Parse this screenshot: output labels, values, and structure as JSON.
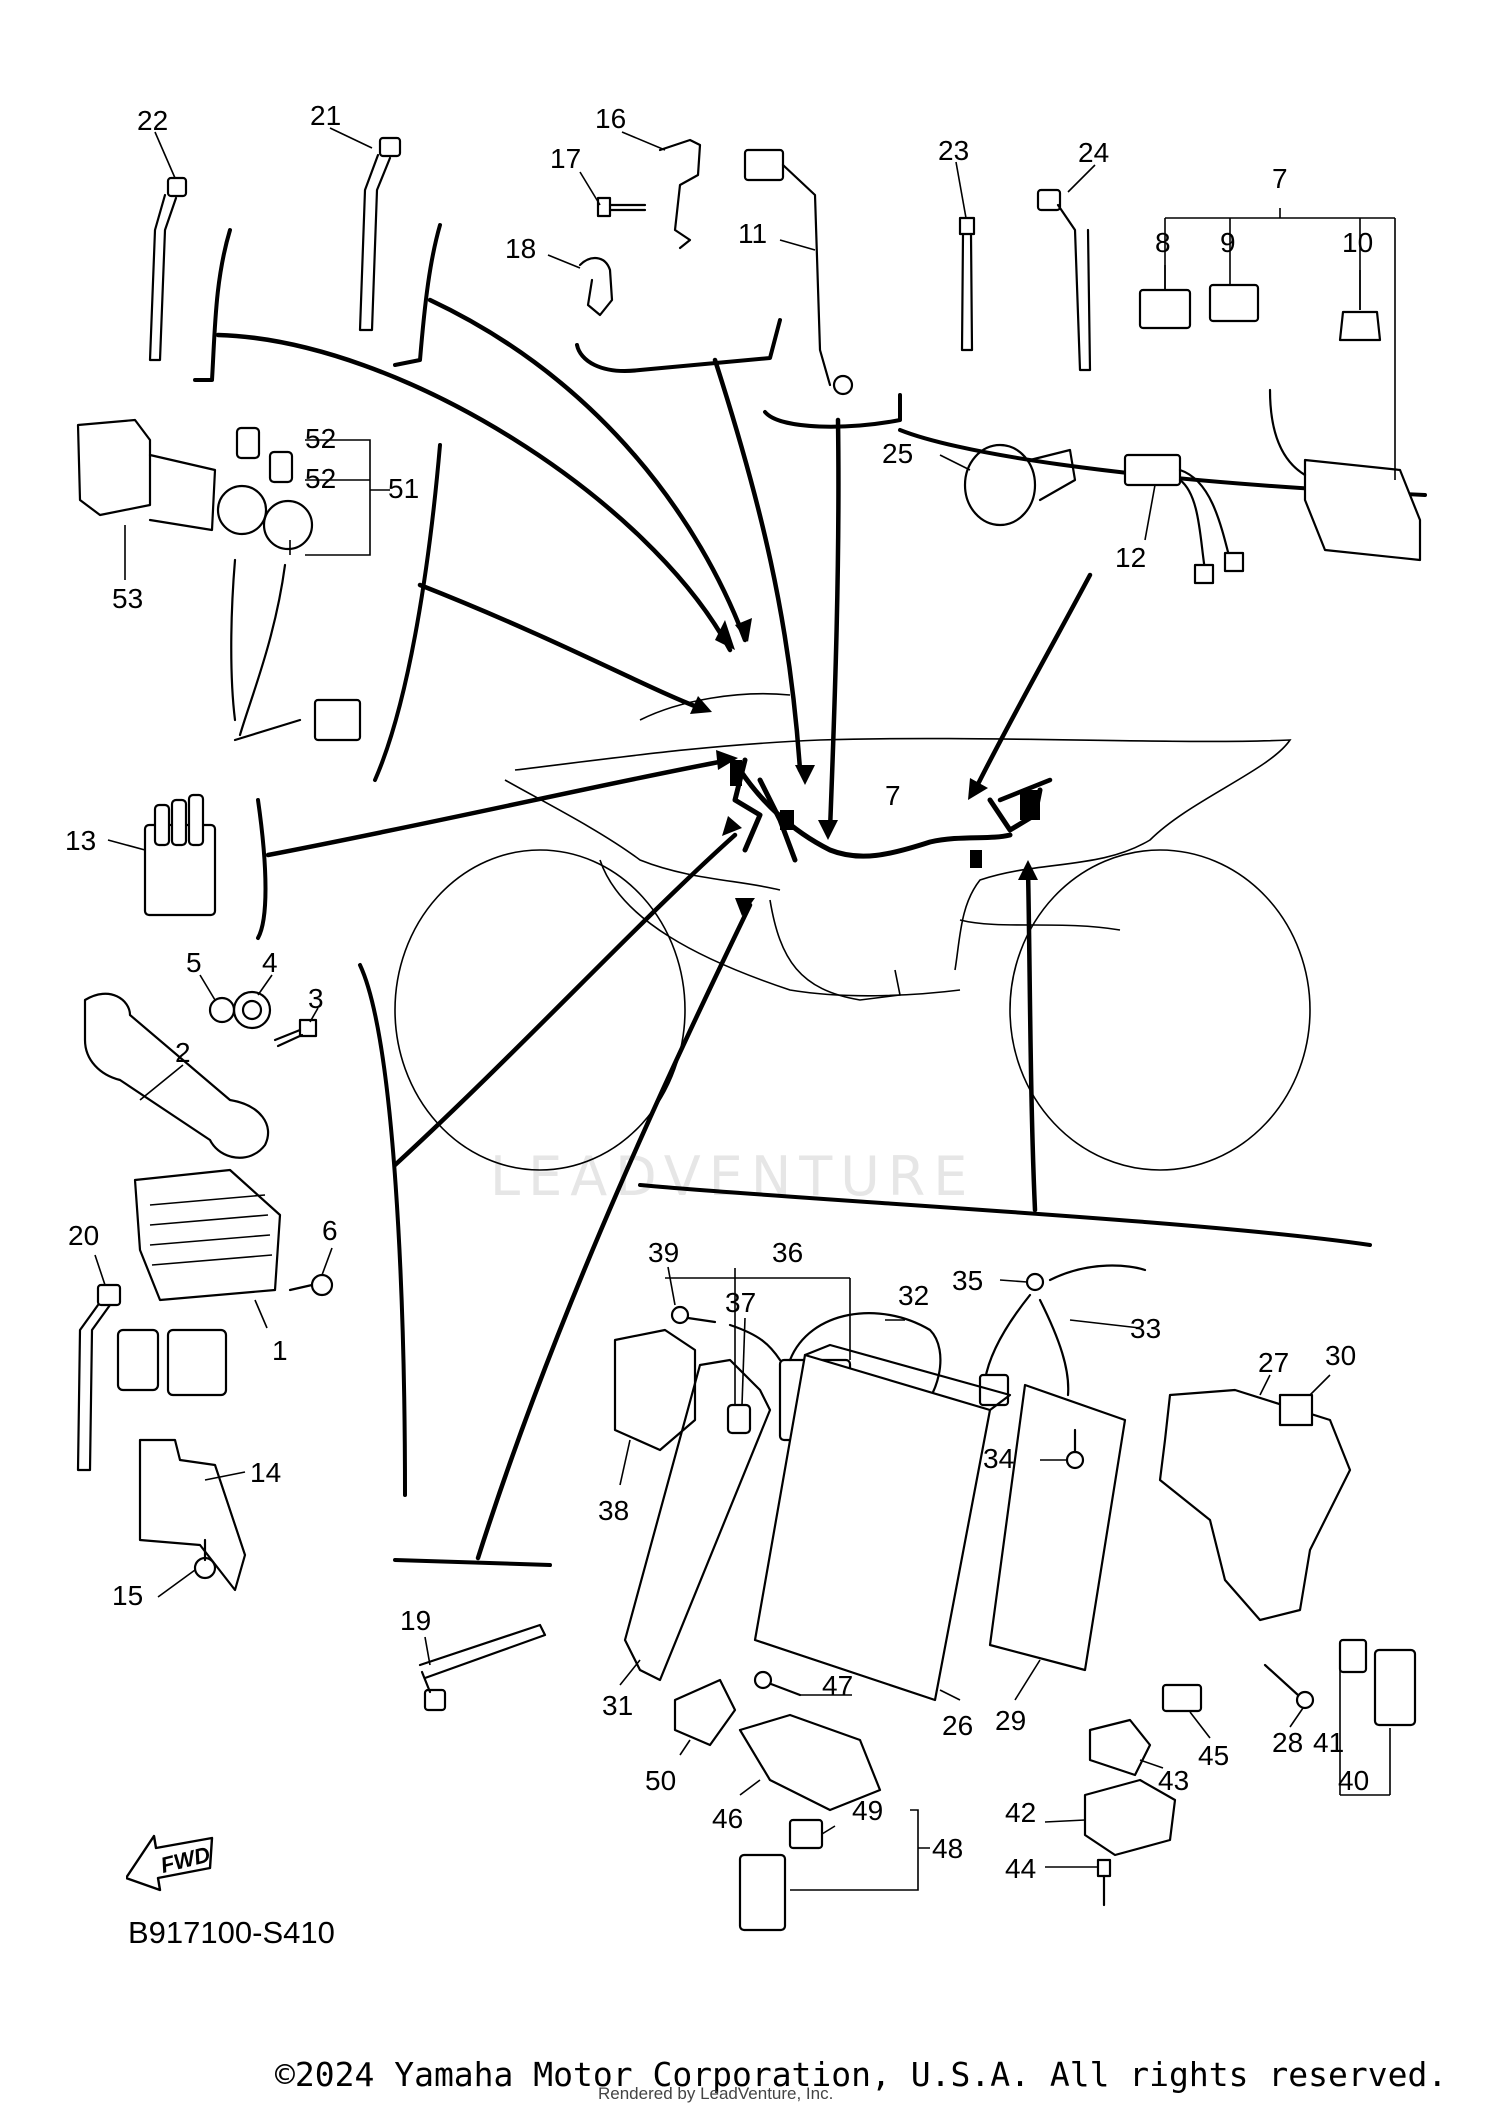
{
  "diagram": {
    "code": "B917100-S410",
    "fwd_label": "FWD",
    "watermark": "LEADVENTURE",
    "copyright": "©2024 Yamaha Motor Corporation, U.S.A. All rights reserved.",
    "rendered_by": "Rendered by LeadVenture, Inc."
  },
  "callouts": [
    {
      "id": "c22",
      "label": "22"
    },
    {
      "id": "c21",
      "label": "21"
    },
    {
      "id": "c16",
      "label": "16"
    },
    {
      "id": "c17",
      "label": "17"
    },
    {
      "id": "c18",
      "label": "18"
    },
    {
      "id": "c11",
      "label": "11"
    },
    {
      "id": "c23",
      "label": "23"
    },
    {
      "id": "c24",
      "label": "24"
    },
    {
      "id": "c7a",
      "label": "7"
    },
    {
      "id": "c8",
      "label": "8"
    },
    {
      "id": "c9",
      "label": "9"
    },
    {
      "id": "c10",
      "label": "10"
    },
    {
      "id": "c52a",
      "label": "52"
    },
    {
      "id": "c52b",
      "label": "52"
    },
    {
      "id": "c51",
      "label": "51"
    },
    {
      "id": "c53",
      "label": "53"
    },
    {
      "id": "c25",
      "label": "25"
    },
    {
      "id": "c12",
      "label": "12"
    },
    {
      "id": "c13",
      "label": "13"
    },
    {
      "id": "c7b",
      "label": "7"
    },
    {
      "id": "c5",
      "label": "5"
    },
    {
      "id": "c4",
      "label": "4"
    },
    {
      "id": "c3",
      "label": "3"
    },
    {
      "id": "c2",
      "label": "2"
    },
    {
      "id": "c6",
      "label": "6"
    },
    {
      "id": "c20",
      "label": "20"
    },
    {
      "id": "c1",
      "label": "1"
    },
    {
      "id": "c14",
      "label": "14"
    },
    {
      "id": "c15",
      "label": "15"
    },
    {
      "id": "c19",
      "label": "19"
    },
    {
      "id": "c39",
      "label": "39"
    },
    {
      "id": "c36",
      "label": "36"
    },
    {
      "id": "c37",
      "label": "37"
    },
    {
      "id": "c32",
      "label": "32"
    },
    {
      "id": "c35",
      "label": "35"
    },
    {
      "id": "c33",
      "label": "33"
    },
    {
      "id": "c27",
      "label": "27"
    },
    {
      "id": "c30",
      "label": "30"
    },
    {
      "id": "c34",
      "label": "34"
    },
    {
      "id": "c38",
      "label": "38"
    },
    {
      "id": "c31",
      "label": "31"
    },
    {
      "id": "c26",
      "label": "26"
    },
    {
      "id": "c29",
      "label": "29"
    },
    {
      "id": "c47",
      "label": "47"
    },
    {
      "id": "c50",
      "label": "50"
    },
    {
      "id": "c46",
      "label": "46"
    },
    {
      "id": "c49",
      "label": "49"
    },
    {
      "id": "c48",
      "label": "48"
    },
    {
      "id": "c42",
      "label": "42"
    },
    {
      "id": "c43",
      "label": "43"
    },
    {
      "id": "c45",
      "label": "45"
    },
    {
      "id": "c28",
      "label": "28"
    },
    {
      "id": "c41",
      "label": "41"
    },
    {
      "id": "c40",
      "label": "40"
    },
    {
      "id": "c44",
      "label": "44"
    }
  ]
}
